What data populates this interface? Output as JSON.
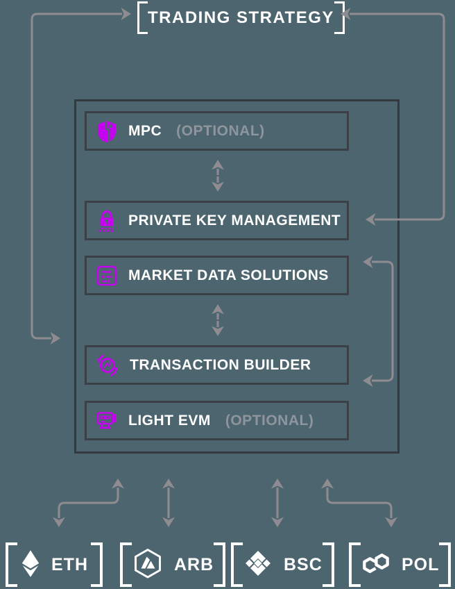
{
  "colors": {
    "background": "#4D656E",
    "frame_border": "#343940",
    "node_border": "#3A4046",
    "arrow": "#8E8C91",
    "accent_magenta": "#C603F0",
    "text_primary": "#FFFFFF",
    "text_muted": "#8E959E"
  },
  "title": {
    "label": "TRADING STRATEGY"
  },
  "stack": {
    "items": [
      {
        "label": "MPC",
        "suffix": "(OPTIONAL)",
        "icon": "mpc-shield-icon"
      },
      {
        "label": "PRIVATE KEY MANAGEMENT",
        "suffix": "",
        "icon": "private-key-lock-icon"
      },
      {
        "label": "MARKET DATA SOLUTIONS",
        "suffix": "",
        "icon": "market-data-panel-icon"
      },
      {
        "label": "TRANSACTION BUILDER",
        "suffix": "",
        "icon": "transaction-builder-cycle-icon"
      },
      {
        "label": "LIGHT EVM",
        "suffix": "(OPTIONAL)",
        "icon": "light-evm-machine-icon"
      }
    ]
  },
  "chains": {
    "items": [
      {
        "label": "ETH",
        "icon": "ethereum-icon"
      },
      {
        "label": "ARB",
        "icon": "arbitrum-icon"
      },
      {
        "label": "BSC",
        "icon": "binance-smart-chain-icon"
      },
      {
        "label": "POL",
        "icon": "polygon-icon"
      }
    ]
  }
}
